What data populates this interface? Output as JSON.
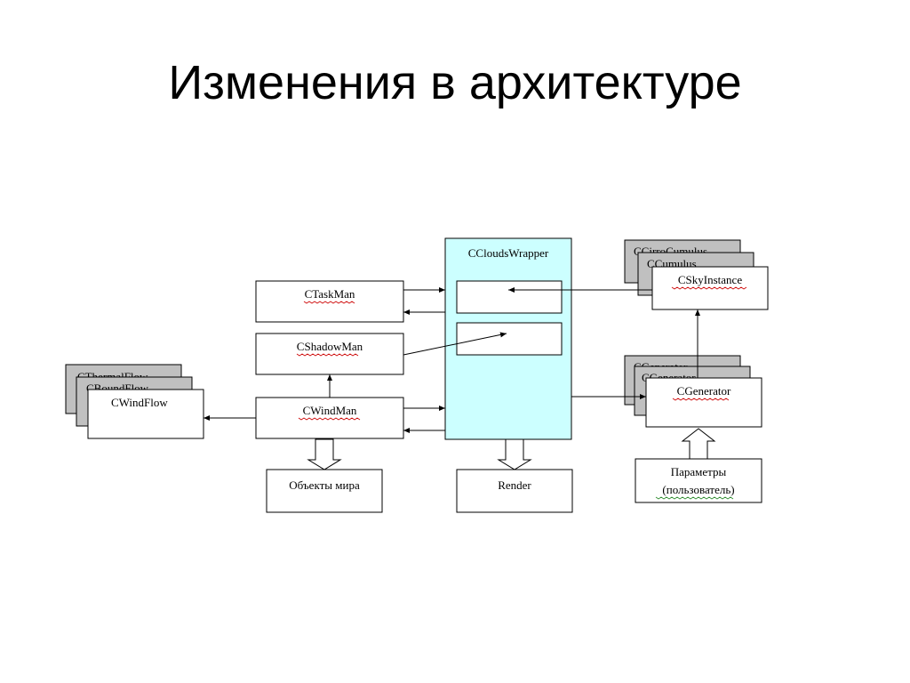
{
  "title": "Изменения в архитектуре",
  "nodes": {
    "wrapper": "CCloudsWrapper",
    "taskman": "CTaskMan",
    "shadowman": "CShadowMan",
    "windman": "CWindMan",
    "windflow": "CWindFlow",
    "windflow_back1": "CBoundFlow",
    "windflow_back2": "CThermalFlow",
    "sky_instance": "CSkyInstance",
    "sky_back1": "CCumulus",
    "sky_back2": "CCirroCumulus",
    "generator": "CGenerator",
    "gen_back1": "CGenerator",
    "gen_back2": "CGenerator",
    "world_objects": "Объекты мира",
    "render": "Render",
    "params_line1": "Параметры",
    "params_line2": "(пользователь)"
  }
}
